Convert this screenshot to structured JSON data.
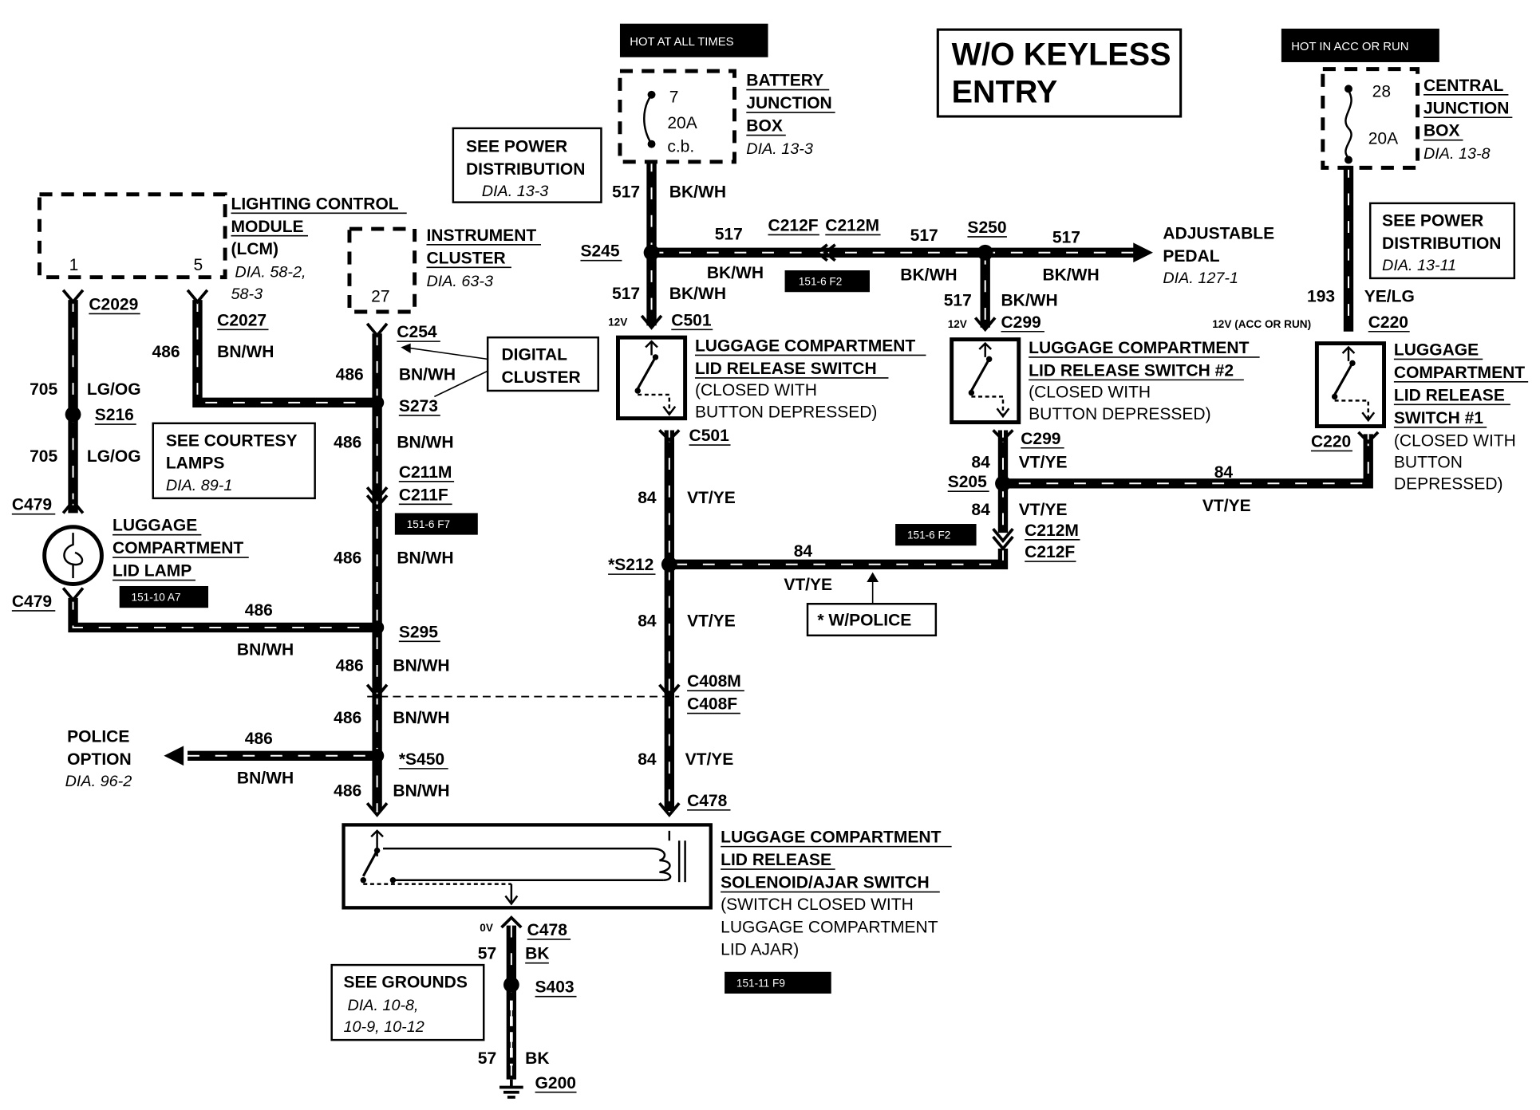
{
  "title": [
    "W/O KEYLESS",
    "ENTRY"
  ],
  "tags": {
    "hot_all_times": "HOT AT ALL TIMES",
    "hot_acc_run": "HOT IN ACC OR RUN",
    "t1": "151-6 F2",
    "t2": "151-6 F7",
    "t3": "151-10 A7",
    "t4": "151-6 F2",
    "t5": "151-11 F9"
  },
  "components": {
    "bjb": {
      "lines": [
        "BATTERY",
        "JUNCTION",
        "BOX"
      ],
      "dia": "DIA. 13-3",
      "fuse": [
        "7",
        "20A",
        "c.b."
      ]
    },
    "cjb": {
      "lines": [
        "CENTRAL",
        "JUNCTION",
        "BOX"
      ],
      "dia": "DIA. 13-8",
      "fuse": [
        "28",
        "20A"
      ]
    },
    "lcm": {
      "lines": [
        "LIGHTING CONTROL",
        "MODULE",
        "(LCM)"
      ],
      "dia": [
        "DIA. 58-2,",
        "58-3"
      ],
      "pin1": "1",
      "pin5": "5"
    },
    "ic": {
      "lines": [
        "INSTRUMENT",
        "CLUSTER"
      ],
      "dia": "DIA. 63-3",
      "pin": "27"
    },
    "sw_main": {
      "lines": [
        "LUGGAGE COMPARTMENT",
        "LID RELEASE SWITCH"
      ],
      "note": [
        "(CLOSED WITH",
        "BUTTON DEPRESSED)"
      ]
    },
    "sw2": {
      "lines": [
        "LUGGAGE COMPARTMENT",
        "LID RELEASE SWITCH #2"
      ],
      "note": [
        "(CLOSED WITH",
        "BUTTON DEPRESSED)"
      ]
    },
    "sw1": {
      "lines": [
        "LUGGAGE",
        "COMPARTMENT",
        "LID RELEASE",
        "SWITCH #1"
      ],
      "note": [
        "(CLOSED WITH",
        "BUTTON",
        "DEPRESSED)"
      ]
    },
    "lamp": {
      "lines": [
        "LUGGAGE",
        "COMPARTMENT",
        "LID LAMP"
      ]
    },
    "solenoid": {
      "lines": [
        "LUGGAGE COMPARTMENT",
        "LID RELEASE",
        "SOLENOID/AJAR SWITCH"
      ],
      "note": [
        "(SWITCH CLOSED WITH",
        "LUGGAGE COMPARTMENT",
        "LID AJAR)"
      ]
    },
    "adj_pedal": {
      "lines": [
        "ADJUSTABLE",
        "PEDAL"
      ],
      "dia": "DIA. 127-1"
    },
    "police_option": {
      "lines": [
        "POLICE",
        "OPTION"
      ],
      "dia": "DIA. 96-2"
    }
  },
  "notes": {
    "see_power_1": {
      "lines": [
        "SEE POWER",
        "DISTRIBUTION"
      ],
      "dia": "DIA. 13-3"
    },
    "see_power_2": {
      "lines": [
        "SEE POWER",
        "DISTRIBUTION"
      ],
      "dia": "DIA. 13-11"
    },
    "courtesy": {
      "lines": [
        "SEE COURTESY",
        "LAMPS"
      ],
      "dia": "DIA. 89-1"
    },
    "grounds": {
      "lines": [
        "SEE GROUNDS"
      ],
      "dia": [
        "DIA. 10-8,",
        "10-9, 10-12"
      ]
    },
    "digital": {
      "lines": [
        "DIGITAL",
        "CLUSTER"
      ]
    },
    "w_police": "* W/POLICE"
  },
  "connectors": {
    "c2029": "C2029",
    "c2027": "C2027",
    "c254": "C254",
    "s273": "S273",
    "c211m": "C211M",
    "c211f": "C211F",
    "c479a": "C479",
    "c479b": "C479",
    "s216": "S216",
    "s295": "S295",
    "s450": "*S450",
    "c408m": "C408M",
    "c408f": "C408F",
    "c478a": "C478",
    "c478b": "C478",
    "s403": "S403",
    "g200": "G200",
    "s245": "S245",
    "c501a": "C501",
    "c501b": "C501",
    "s212": "*S212",
    "c212f": "C212F",
    "c212m": "C212M",
    "s250": "S250",
    "c299a": "C299",
    "c299b": "C299",
    "s205": "S205",
    "c212m2": "C212M",
    "c212f2": "C212F",
    "c220a": "C220",
    "c220b": "C220"
  },
  "volts": {
    "v12a": "12V",
    "v12b": "12V",
    "v12acc": "12V (ACC OR RUN)",
    "v0": "0V"
  },
  "circuits": {
    "705": "705",
    "486": "486",
    "517": "517",
    "84": "84",
    "193": "193",
    "57": "57",
    "lgog": "LG/OG",
    "bnwh": "BN/WH",
    "bkwh": "BK/WH",
    "vtye": "VT/YE",
    "yelg": "YE/LG",
    "bk": "BK"
  }
}
